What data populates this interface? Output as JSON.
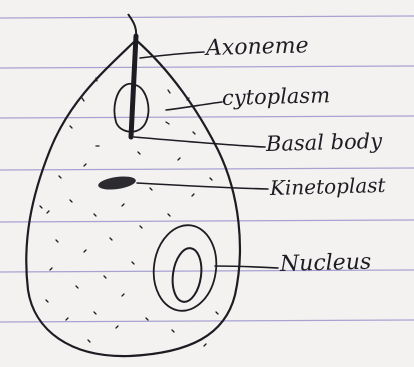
{
  "labels": {
    "axoneme": "Axoneme",
    "cytoplasm": "cytoplasm",
    "basal_body": "Basal body",
    "kinetoplast": "Kinetoplast",
    "nucleus": "Nucleus"
  },
  "colors": {
    "paper": "#f4f2f0",
    "rule_line": "#8e88c9",
    "ink": "#1c1c22"
  }
}
